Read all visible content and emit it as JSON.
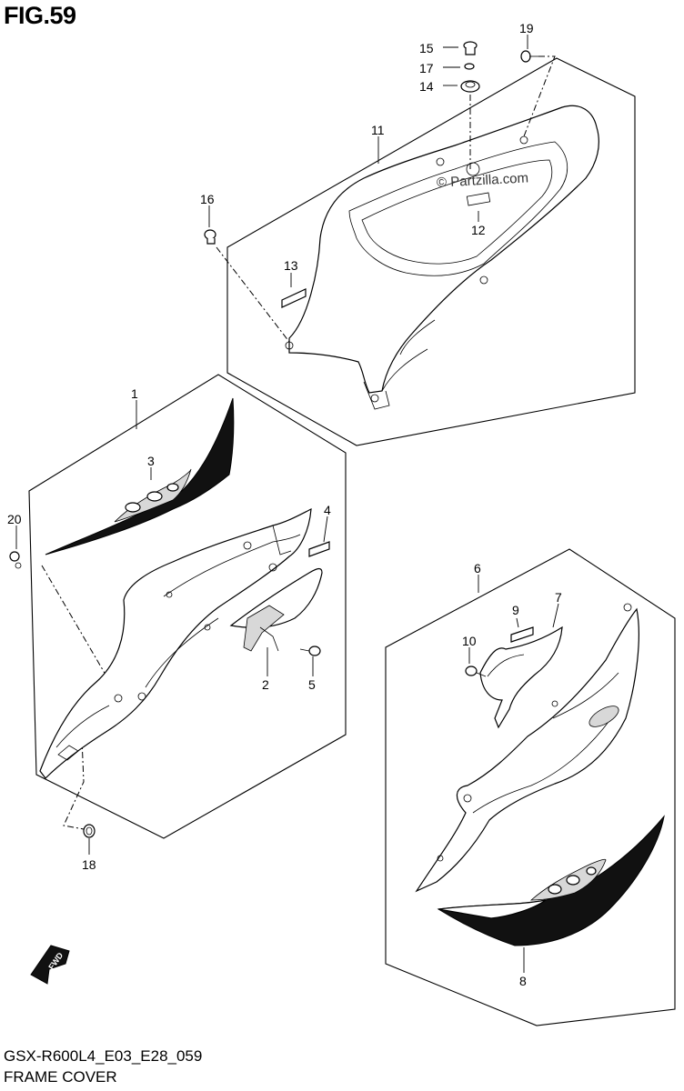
{
  "figure": {
    "title": "FIG.59",
    "model_code": "GSX-R600L4_E03_E28_059",
    "name": "FRAME COVER",
    "watermark": "© Partzilla.com",
    "fwd_label": "FWD"
  },
  "callouts": {
    "c1": "1",
    "c2": "2",
    "c3": "3",
    "c4": "4",
    "c5": "5",
    "c6": "6",
    "c7": "7",
    "c8": "8",
    "c9": "9",
    "c10": "10",
    "c11": "11",
    "c12": "12",
    "c13": "13",
    "c14": "14",
    "c15": "15",
    "c16": "16",
    "c17": "17",
    "c18": "18",
    "c19": "19",
    "c20": "20"
  }
}
